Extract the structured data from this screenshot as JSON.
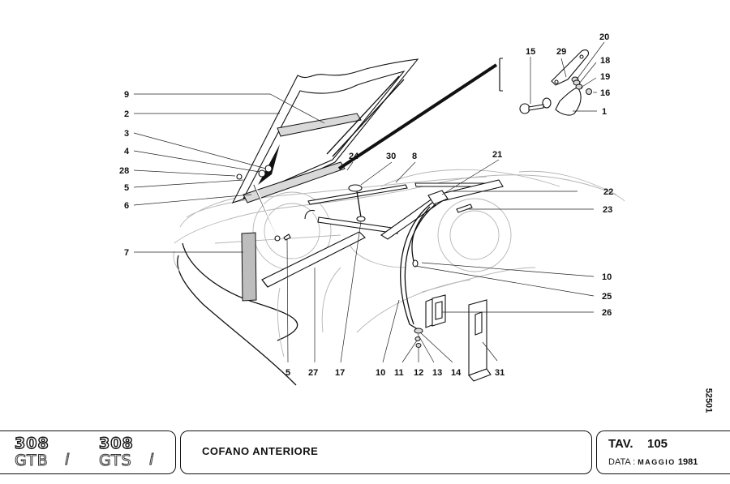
{
  "drawing": {
    "subject": "Front hood (cofano anteriore) exploded parts diagram",
    "callouts": [
      {
        "label": "9"
      },
      {
        "label": "2"
      },
      {
        "label": "3"
      },
      {
        "label": "4"
      },
      {
        "label": "28"
      },
      {
        "label": "5"
      },
      {
        "label": "6"
      },
      {
        "label": "7"
      },
      {
        "label": "24"
      },
      {
        "label": "30"
      },
      {
        "label": "8"
      },
      {
        "label": "21"
      },
      {
        "label": "22"
      },
      {
        "label": "23"
      },
      {
        "label": "10"
      },
      {
        "label": "25"
      },
      {
        "label": "26"
      },
      {
        "label": "31"
      },
      {
        "label": "14"
      },
      {
        "label": "13"
      },
      {
        "label": "12"
      },
      {
        "label": "11"
      },
      {
        "label": "10"
      },
      {
        "label": "17"
      },
      {
        "label": "27"
      },
      {
        "label": "5"
      },
      {
        "label": "15"
      },
      {
        "label": "29"
      },
      {
        "label": "20"
      },
      {
        "label": "18"
      },
      {
        "label": "19"
      },
      {
        "label": "16"
      },
      {
        "label": "1"
      }
    ],
    "document_number": "52501"
  },
  "title_block": {
    "logo": {
      "model_1": "308",
      "variant_1": "GTB",
      "model_2": "308",
      "variant_2": "GTS",
      "suffix": "i"
    },
    "title": "COFANO ANTERIORE",
    "tav_label": "TAV.",
    "tav_number": "105",
    "date_label": "DATA :",
    "date_month": "MAGGIO",
    "date_year": "1981"
  }
}
